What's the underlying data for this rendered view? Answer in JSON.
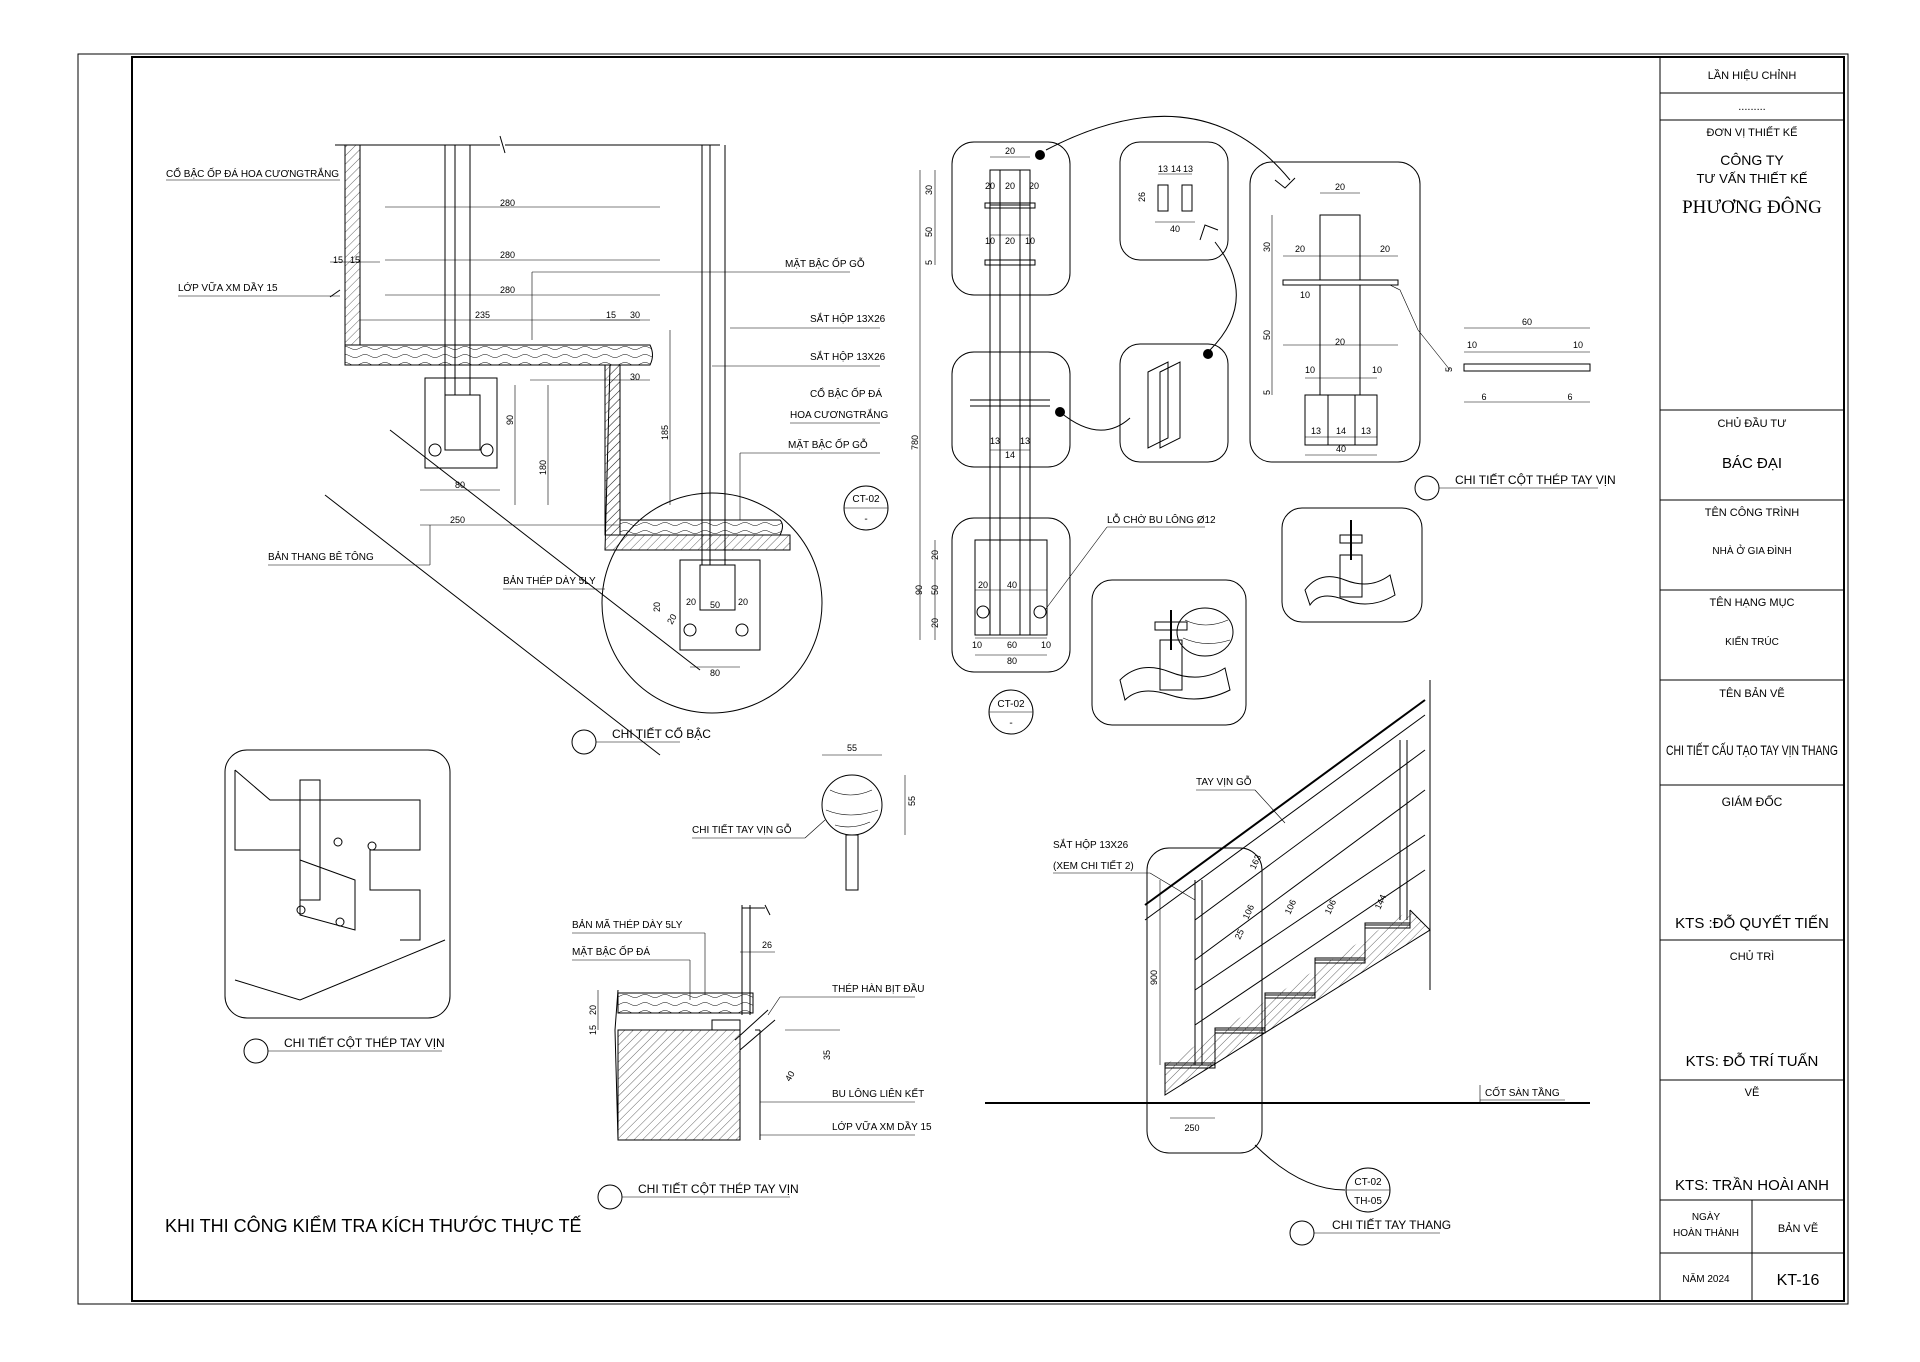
{
  "title_block": {
    "revision_label": "LẦN HIỆU CHỈNH",
    "revision_value": ".........",
    "design_unit_label": "ĐƠN VỊ THIẾT KẾ",
    "company_line1": "CÔNG TY",
    "company_line2": "TƯ VẤN THIẾT KẾ",
    "company_name": "PHƯƠNG ĐÔNG",
    "investor_label": "CHỦ ĐẦU TƯ",
    "investor_value": "BÁC ĐẠI",
    "project_label": "TÊN CÔNG TRÌNH",
    "project_value": "NHÀ Ở GIA ĐÌNH",
    "category_label": "TÊN HẠNG MỤC",
    "category_value": "KIẾN TRÚC",
    "drawing_name_label": "TÊN BẢN VẼ",
    "drawing_name_value": "CHI TIẾT CẤU TẠO TAY VỊN THANG",
    "director_label": "GIÁM ĐỐC",
    "director_value": "KTS :ĐỖ QUYẾT TIẾN",
    "lead_label": "CHỦ TRÌ",
    "lead_value": "KTS: ĐỖ TRÍ TUẤN",
    "drawn_label": "VẼ",
    "drawn_value": "KTS: TRẦN HOÀI ANH",
    "completion_label_1": "NGÀY",
    "completion_label_2": "HOÀN THÀNH",
    "sheet_label": "BẢN VẼ",
    "year_value": "NĂM 2024",
    "sheet_value": "KT-16"
  },
  "note": "KHI THI CÔNG KIỂM TRA KÍCH THƯỚC THỰC TẾ",
  "detail_titles": {
    "step_detail": "CHI TIẾT CỔ BẬC",
    "post_detail_top": "CHI TIẾT CỘT THÉP TAY VỊN",
    "post_detail_left": "CHI TIẾT CỘT THÉP TAY VỊN",
    "post_detail_bottom": "CHI TIẾT CỘT THÉP TAY VỊN",
    "handrail": "CHI TIẾT TAY THANG",
    "wood_handrail": "CHI TIẾT TAY VỊN GỖ"
  },
  "callouts": {
    "c1_top": "CT-02",
    "c1_bottom": "-",
    "c2_top": "CT-02",
    "c2_bottom": "-",
    "c3_top": "CT-02",
    "c3_bottom": "TH-05"
  },
  "labels": {
    "riser_granite": "CỔ BẬC ỐP ĐÁ HOA CƯƠNGTRẮNG",
    "mortar": "LỚP VỮA XM DẦY 15",
    "wood_tread": "MẶT BẬC ỐP GỖ",
    "box_steel_1": "SẮT HỘP 13X26",
    "box_steel_2": "SẮT HỘP 13X26",
    "riser_granite_2a": "CỔ BẬC ỐP ĐÁ",
    "riser_granite_2b": "HOA CƯƠNGTRẮNG",
    "wood_tread_2": "MẶT BẬC ỐP GỖ",
    "concrete_stair": "BẢN THANG BÊ TÔNG",
    "steel_plate": "BẢN THÉP DÀY 5LY",
    "bolt_hole": "LỖ CHỜ BU LÔNG Ø12",
    "wood_rail": "TAY VỊN GỖ",
    "box_steel_3a": "SẮT HỘP 13X26",
    "box_steel_3b": "(XEM CHI TIẾT 2)",
    "floor_level": "CỐT SÀN TẦNG",
    "steel_plate_2": "BẢN MÃ THÉP DÀY 5LY",
    "stone_tread": "MẶT BẬC ỐP ĐÁ",
    "end_weld": "THÉP HÀN BỊT ĐẦU",
    "anchor_bolt": "BU LÔNG LIÊN KẾT",
    "mortar_2": "LỚP VỮA XM DẦY 15"
  },
  "dims": {
    "d280a": "280",
    "d280b": "280",
    "d280c": "280",
    "d235": "235",
    "d15a": "15",
    "d15b": "15",
    "d15c": "15",
    "d30a": "30",
    "d30b": "30",
    "d90": "90",
    "d180": "180",
    "d185": "185",
    "d80a": "80",
    "d250a": "250",
    "d20a": "20",
    "d50a": "50",
    "d20b": "20",
    "d80b": "80",
    "d20c": "20",
    "d20d": "20",
    "d50b": "50",
    "d30c": "30",
    "d5a": "5",
    "d780": "780",
    "d13a": "13",
    "d14a": "14",
    "d13b": "13",
    "d10a": "10",
    "d10b": "10",
    "d40a": "40",
    "d20e": "20",
    "d60a": "60",
    "d80c": "80",
    "d90b": "90",
    "d50c": "50",
    "d20f": "20",
    "d20g": "20",
    "d13c": "13",
    "d14b": "14",
    "d13d": "13",
    "d26": "26",
    "d40b": "40",
    "d20h": "20",
    "d30d": "30",
    "d20i": "20",
    "d20j": "20",
    "d50d": "50",
    "d20k": "20",
    "d10c": "10",
    "d5b": "5",
    "d10d": "10",
    "d10e": "10",
    "d13e": "13",
    "d14c": "14",
    "d13f": "13",
    "d40c": "40",
    "d60b": "60",
    "d10f": "10",
    "d10g": "10",
    "d6a": "6",
    "d6b": "6",
    "d5c": "5",
    "d55a": "55",
    "d55b": "55",
    "d26b": "26",
    "d15d": "15",
    "d20l": "20",
    "d35": "35",
    "d40d": "40",
    "d163": "163",
    "d106a": "106",
    "d106b": "106",
    "d106c": "106",
    "d144": "144",
    "d25": "25",
    "d900": "900",
    "d250b": "250"
  }
}
